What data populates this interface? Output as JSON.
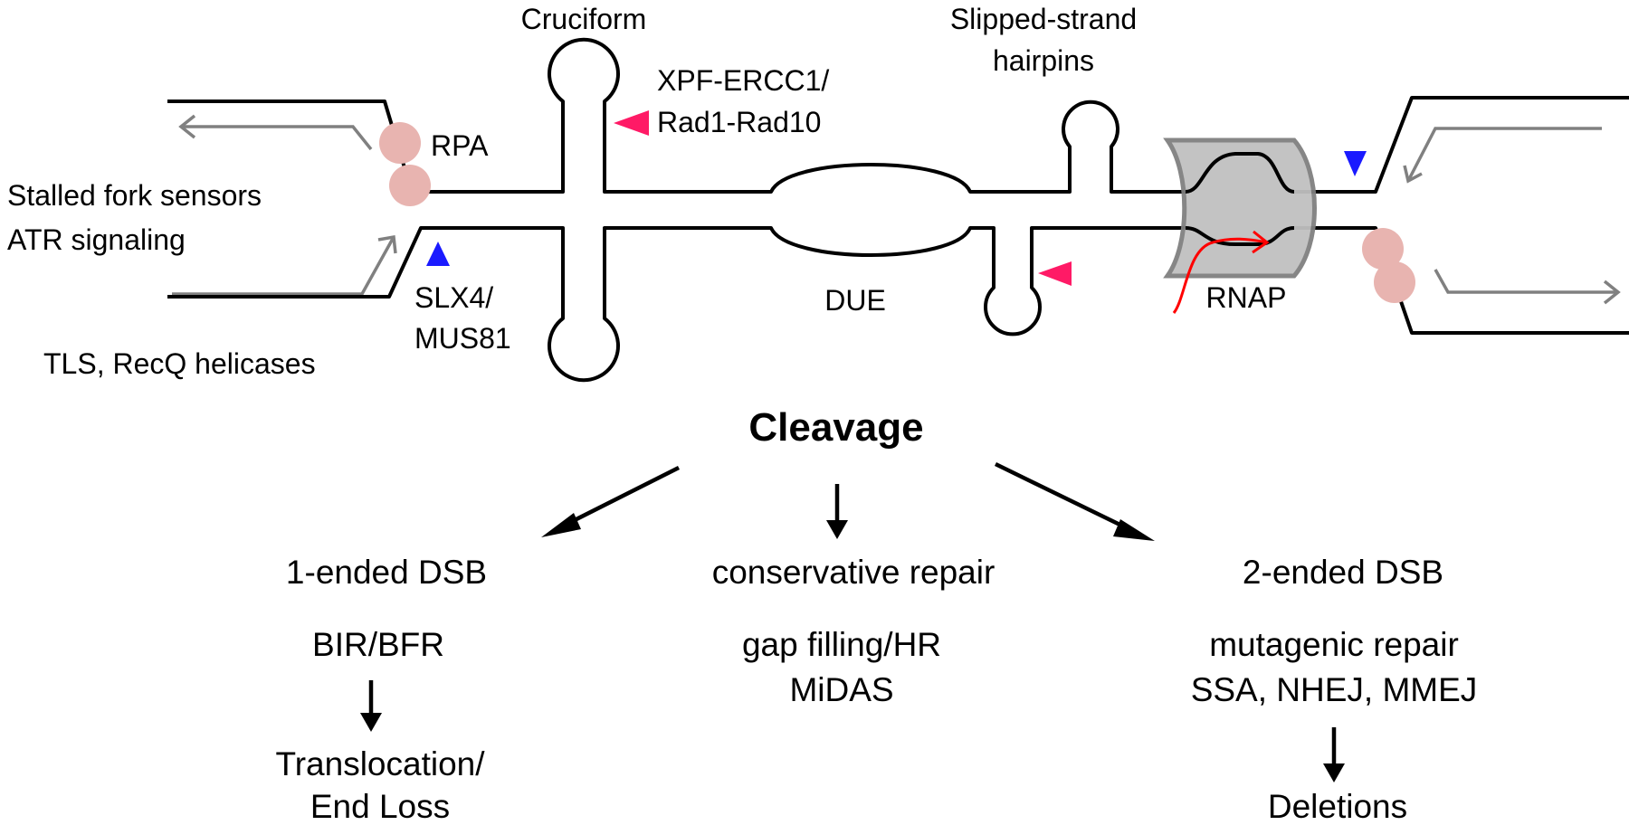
{
  "structures": {
    "cruciform": "Cruciform",
    "slipped_line1": "Slipped-strand",
    "slipped_line2": "hairpins",
    "due": "DUE",
    "rnap": "RNAP"
  },
  "proteins": {
    "rpa": "RPA",
    "xpf_line1": "XPF-ERCC1/",
    "xpf_line2": "Rad1-Rad10",
    "slx4_line1": "SLX4/",
    "slx4_line2": "MUS81"
  },
  "responses": {
    "stalled_line1": "Stalled fork sensors",
    "stalled_line2": "ATR signaling",
    "tls": "TLS, RecQ helicases"
  },
  "outcome": {
    "title": "Cleavage",
    "left": {
      "heading": "1-ended DSB",
      "mechanism": "BIR/BFR",
      "result_line1": "Translocation/",
      "result_line2": "End Loss"
    },
    "center": {
      "heading": "conservative repair",
      "mechanism_line1": "gap filling/HR",
      "mechanism_line2": "MiDAS"
    },
    "right": {
      "heading": "2-ended DSB",
      "mechanism_line1": "mutagenic repair",
      "mechanism_line2": "SSA, NHEJ, MMEJ",
      "result": "Deletions"
    }
  },
  "colors": {
    "dna_strand": "#000000",
    "fork_arrow": "#808080",
    "rpa": "#e8b4b0",
    "xpf_marker": "#ff1a66",
    "slx4_marker": "#1a1aff",
    "rnap_body": "#c0c0c0",
    "transcript": "#ff0000"
  }
}
